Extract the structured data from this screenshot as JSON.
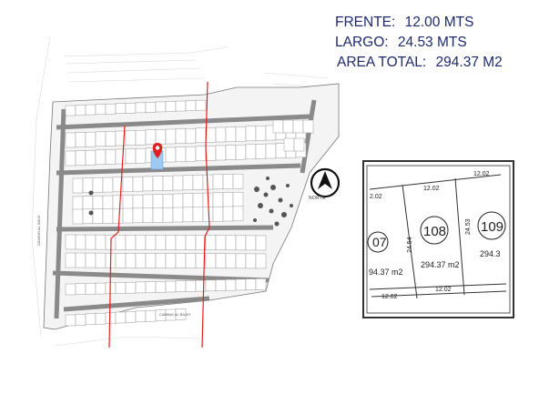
{
  "specs": {
    "frente": {
      "label": "FRENTE:",
      "value": "12.00 MTS"
    },
    "largo": {
      "label": "LARGO:",
      "value": "24.53 MTS"
    },
    "area": {
      "label": "AREA TOTAL:",
      "value": "294.37 M2"
    }
  },
  "north_label": "NORTE",
  "plan_labels": {
    "road_left": "CAMINO AL SAUZ",
    "road_bottom": "CAMINO AL BAJIO"
  },
  "detail": {
    "lots": [
      {
        "number": "07",
        "area": "94.37 m2",
        "side_label": ""
      },
      {
        "number": "108",
        "area": "294.37 m2",
        "side_label": "24.54"
      },
      {
        "number": "109",
        "area": "294.3",
        "side_label": "24.53"
      }
    ],
    "top_dims": [
      "2.02",
      "12.02",
      "12.02"
    ],
    "bottom_dims": [
      "12.02",
      "12.02"
    ]
  },
  "colors": {
    "spec_text": "#1f2a6b",
    "highlight_lot": "#9ec9f2",
    "marker": "#e02020",
    "boundary": "#e02020"
  }
}
